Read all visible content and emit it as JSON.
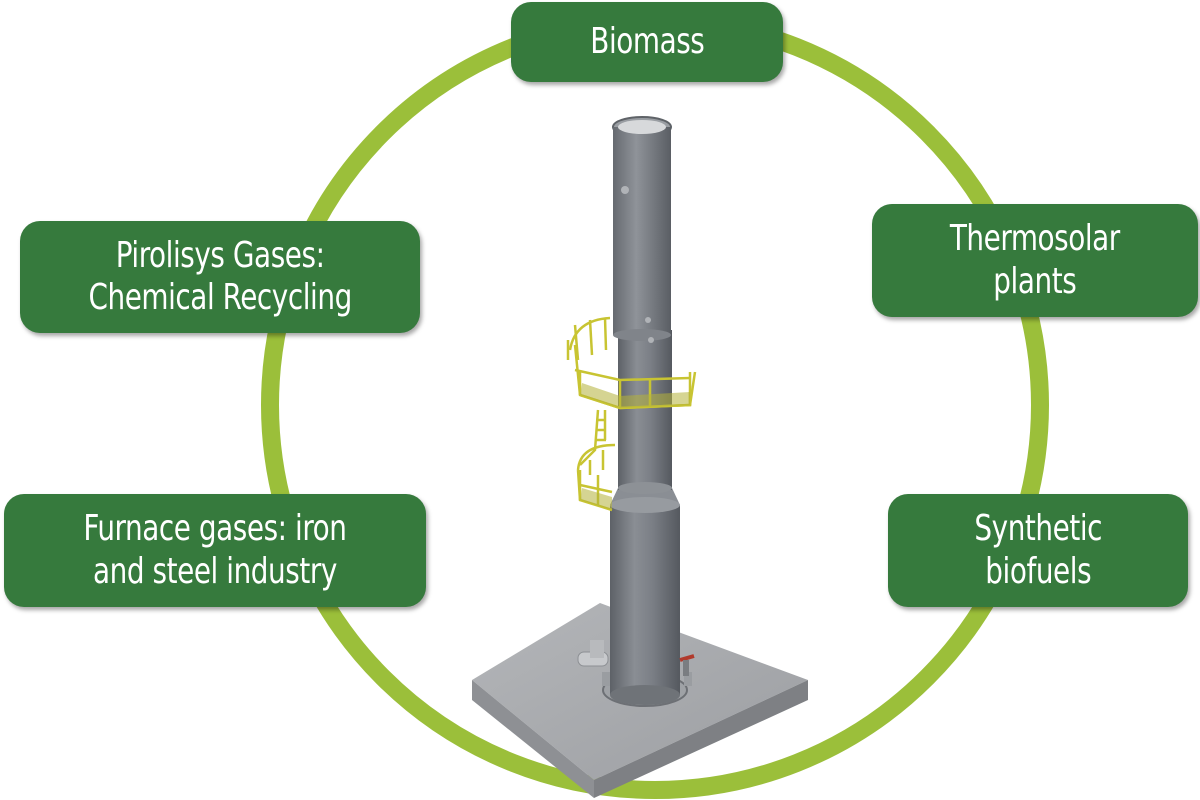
{
  "diagram": {
    "colors": {
      "ring": "#9bbf3a",
      "box": "#367a3d",
      "box_text": "#ffffff",
      "tower": "#7b7f86",
      "platform": "#c8c432",
      "base": "#a8aaad"
    },
    "nodes": {
      "biomass": "Biomass",
      "pyrolysis": "Pirolisys Gases:\nChemical Recycling",
      "thermosolar": "Thermosolar\nplants",
      "furnace": "Furnace gases: iron\nand steel industry",
      "synthetic": "Synthetic\nbiofuels"
    },
    "center_image": "gasification-tower"
  }
}
